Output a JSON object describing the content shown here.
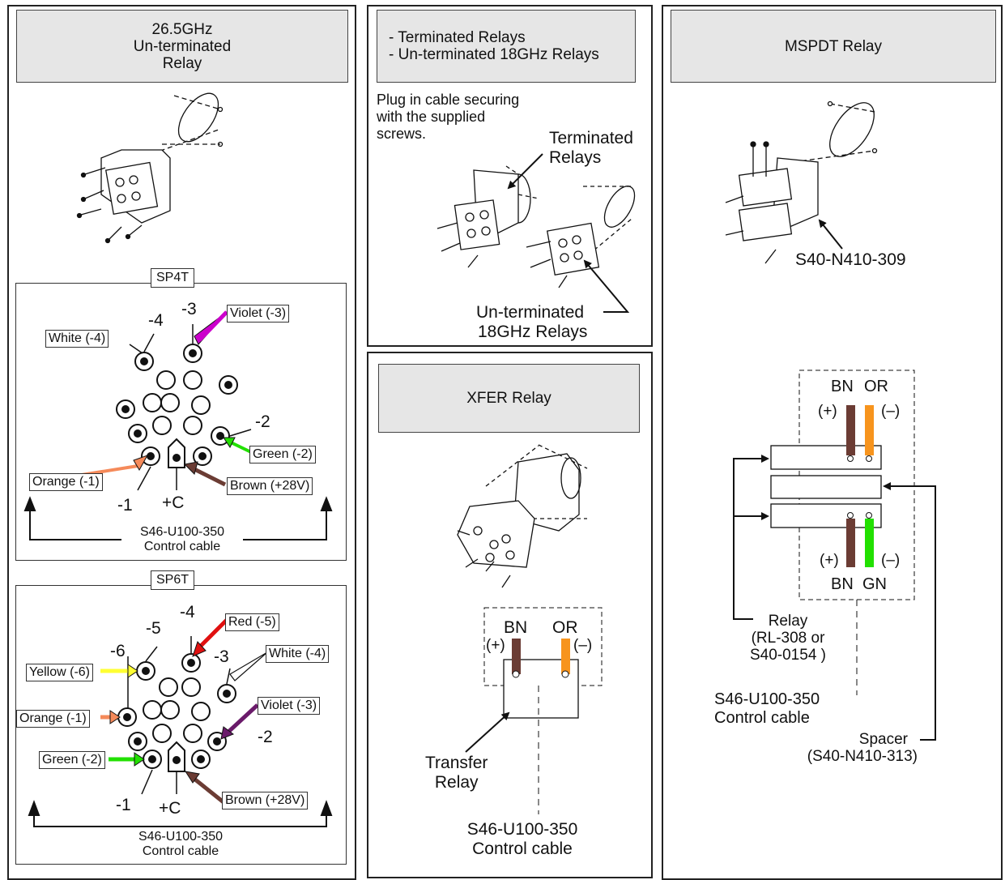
{
  "panel_left": {
    "title_lines": [
      "26.5GHz",
      "Un-terminated",
      "Relay"
    ],
    "sp4t": {
      "tag": "SP4T",
      "pins": {
        "p4": "-4",
        "p3": "-3",
        "p2": "-2",
        "p1": "-1",
        "pc": "+C"
      },
      "callouts": {
        "white4": "White (-4)",
        "violet3": "Violet (-3)",
        "green2": "Green (-2)",
        "orange1": "Orange (-1)",
        "brown": "Brown (+28V)"
      },
      "cable": [
        "S46-U100-350",
        "Control cable"
      ]
    },
    "sp6t": {
      "tag": "SP6T",
      "pins": {
        "p6": "-6",
        "p5": "-5",
        "p4": "-4",
        "p3": "-3",
        "p2": "-2",
        "p1": "-1",
        "pc": "+C"
      },
      "callouts": {
        "red5": "Red (-5)",
        "white4": "White (-4)",
        "yellow6": "Yellow (-6)",
        "orange1": "Orange (-1)",
        "violet3": "Violet (-3)",
        "green2": "Green (-2)",
        "brown": "Brown (+28V)"
      },
      "cable": [
        "S46-U100-350",
        "Control cable"
      ]
    }
  },
  "panel_middle_top": {
    "title_lines": [
      "- Terminated Relays",
      "- Un-terminated 18GHz Relays"
    ],
    "instruction_lines": [
      "Plug in cable securing",
      "with the supplied",
      "screws."
    ],
    "terminated_label": [
      "Terminated",
      "Relays"
    ],
    "unterminated_label": [
      "Un-terminated",
      "18GHz Relays"
    ]
  },
  "panel_middle_bottom": {
    "title": "XFER Relay",
    "wire_labels": {
      "bn": "BN",
      "or": "OR",
      "plus": "(+)",
      "minus": "(–)"
    },
    "transfer_label": [
      "Transfer",
      "Relay"
    ],
    "cable": [
      "S46-U100-350",
      "Control cable"
    ]
  },
  "panel_right": {
    "title": "MSPDT Relay",
    "part_label": "S40-N410-309",
    "top_wires": {
      "bn": "BN",
      "or": "OR",
      "plus": "(+)",
      "minus": "(–)"
    },
    "bottom_wires": {
      "bn": "BN",
      "gn": "GN",
      "plus": "(+)",
      "minus": "(–)"
    },
    "relay_label": [
      "Relay",
      "(RL-308 or",
      "S40-0154 )"
    ],
    "cable": [
      "S46-U100-350",
      "Control cable"
    ],
    "spacer_label": [
      "Spacer",
      "(S40-N410-313)"
    ]
  },
  "colors": {
    "brown": "#6b3c34",
    "orange": "#f7941d",
    "green": "#22e000",
    "violet": "#cc00cc",
    "dark_violet": "#6a1a6a",
    "red": "#e01010",
    "yellow": "#ffff33",
    "orange_arrow": "#f58a5a",
    "title_fill": "#e6e6e6"
  }
}
